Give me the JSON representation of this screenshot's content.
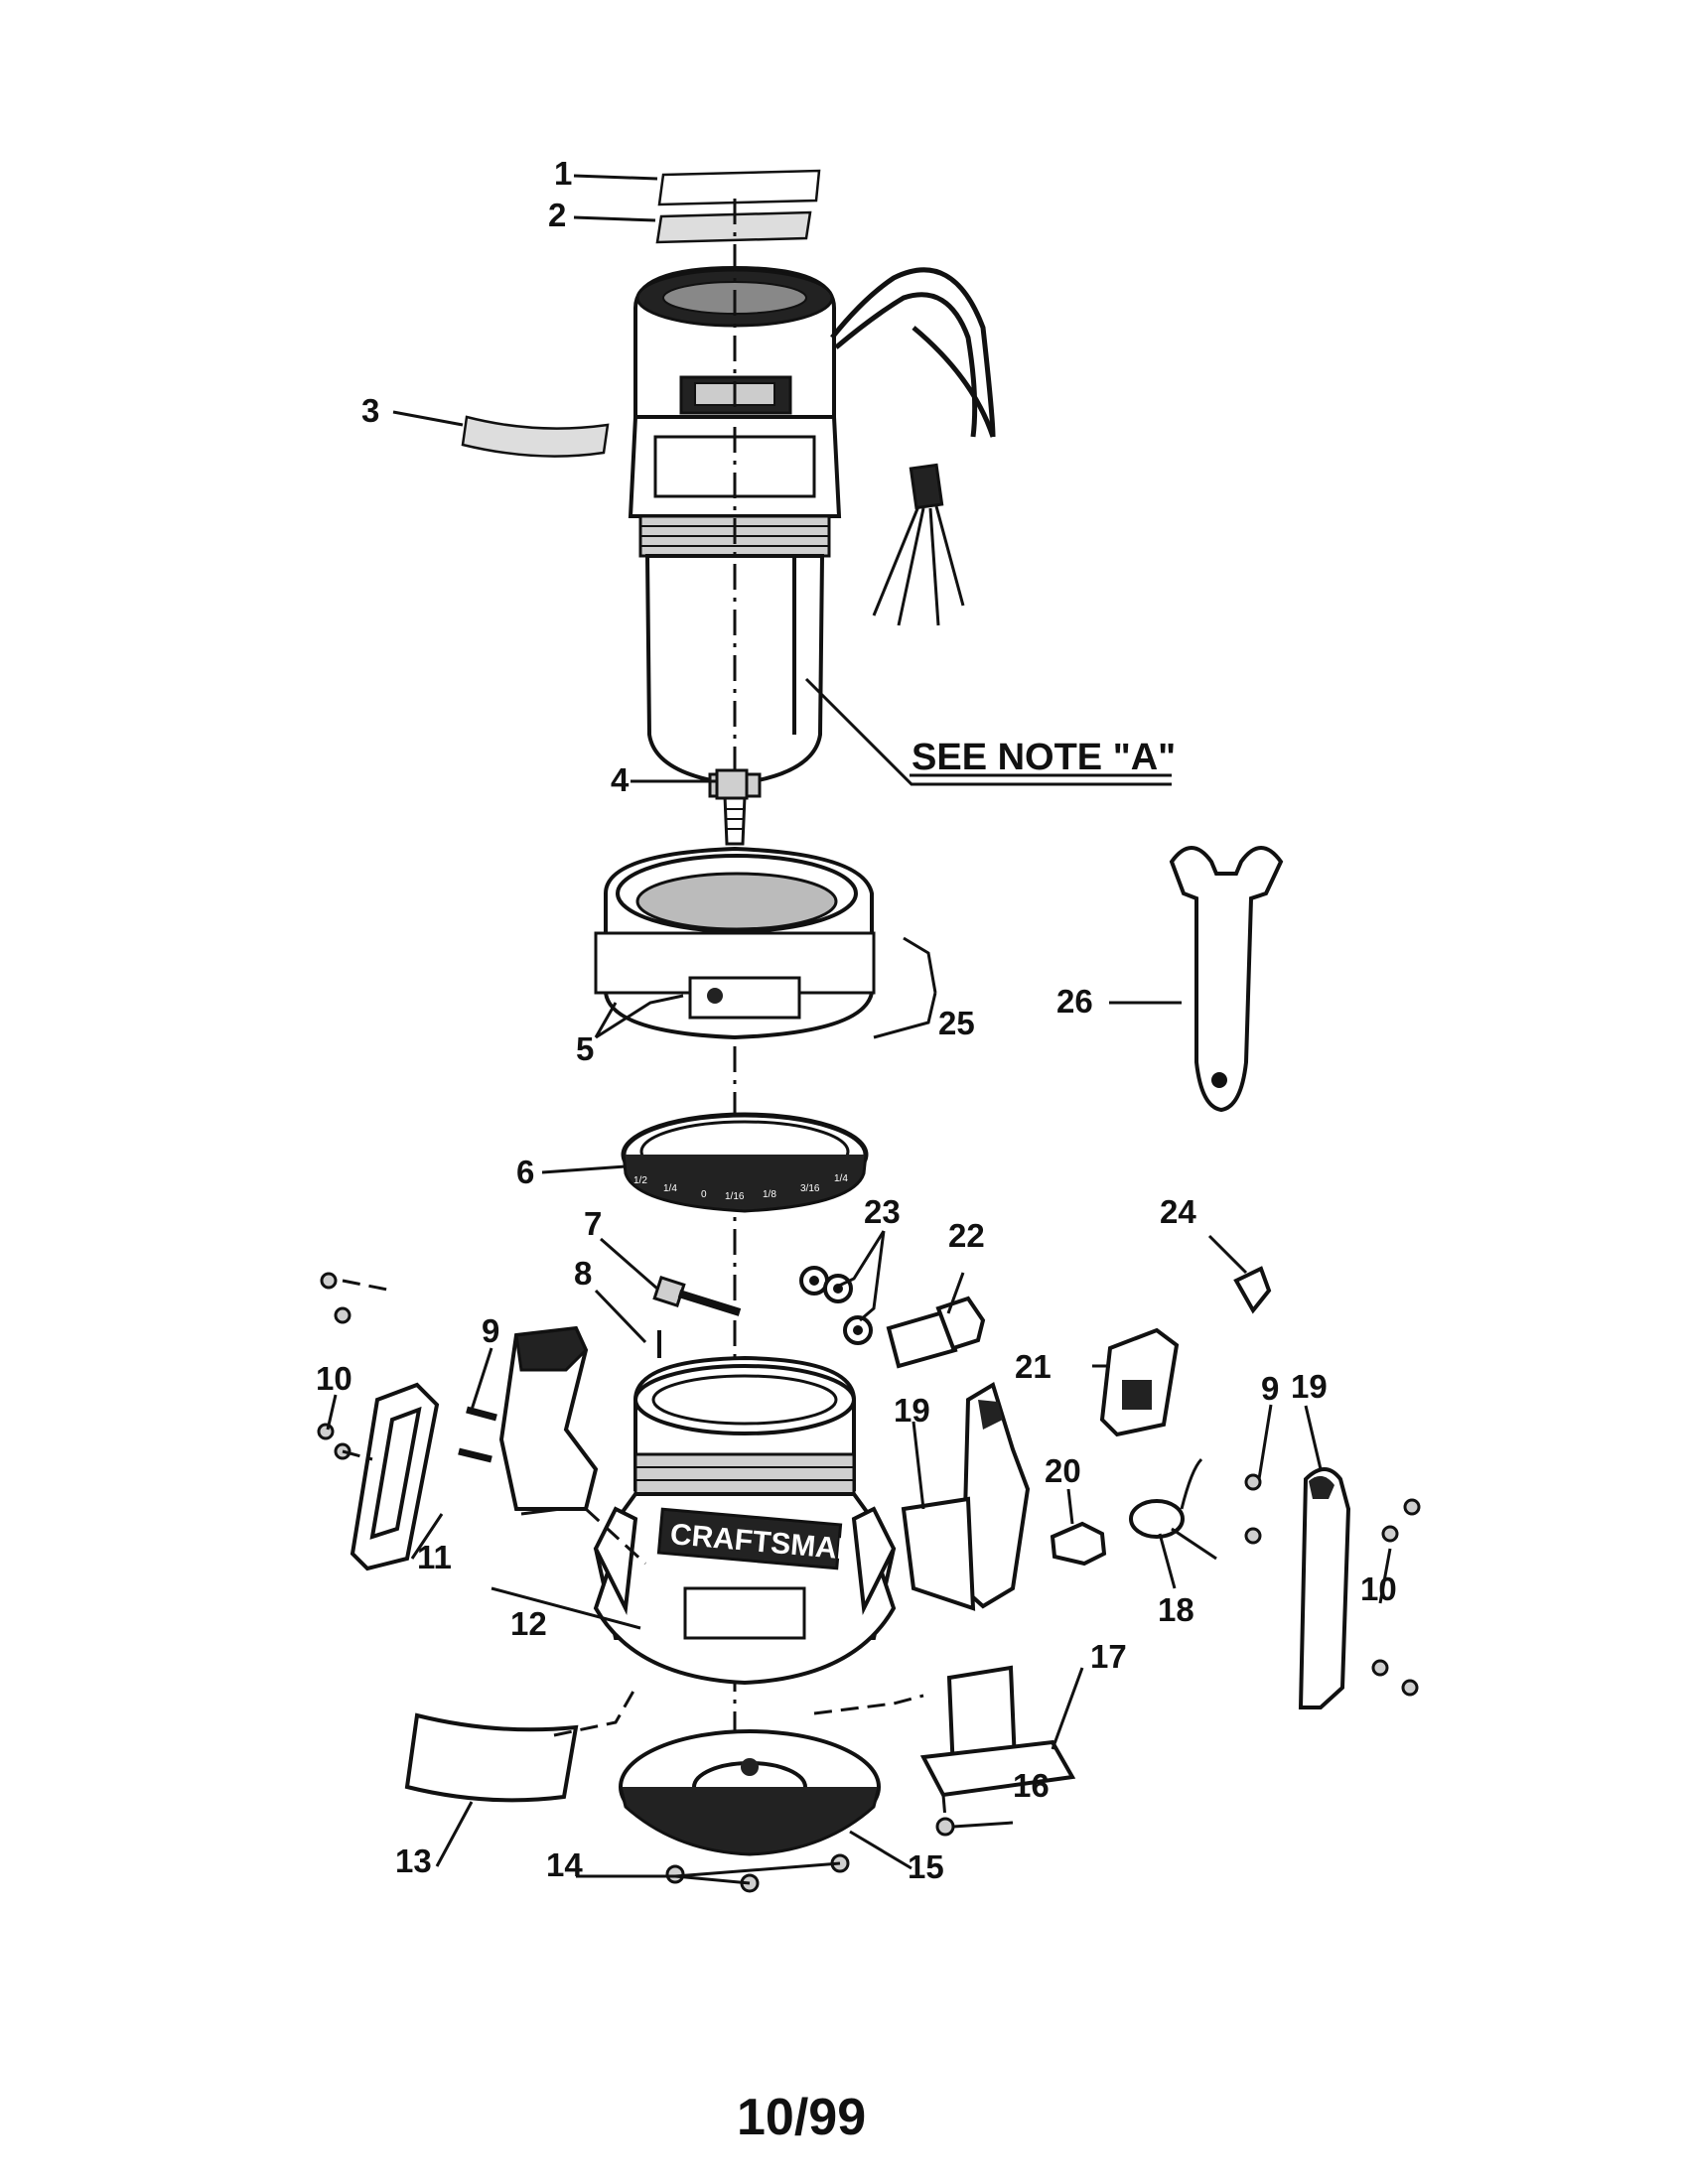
{
  "diagram": {
    "brand_label": "CRAFTSMAN",
    "note_label": "SEE NOTE \"A\"",
    "page_number": "10/99",
    "depth_ring_scale": [
      "1/2",
      "1/4",
      "0",
      "1/16",
      "1/8",
      "3/16",
      "1/4"
    ],
    "callouts": {
      "c1": "1",
      "c2": "2",
      "c3": "3",
      "c4": "4",
      "c5": "5",
      "c6": "6",
      "c7": "7",
      "c8": "8",
      "c9a": "9",
      "c9b": "9",
      "c10a": "10",
      "c10b": "10",
      "c11": "11",
      "c12": "12",
      "c13": "13",
      "c14": "14",
      "c15": "15",
      "c16": "16",
      "c17": "17",
      "c18": "18",
      "c19a": "19",
      "c19b": "19",
      "c20": "20",
      "c21": "21",
      "c22": "22",
      "c23": "23",
      "c24": "24",
      "c25": "25",
      "c26": "26"
    }
  }
}
